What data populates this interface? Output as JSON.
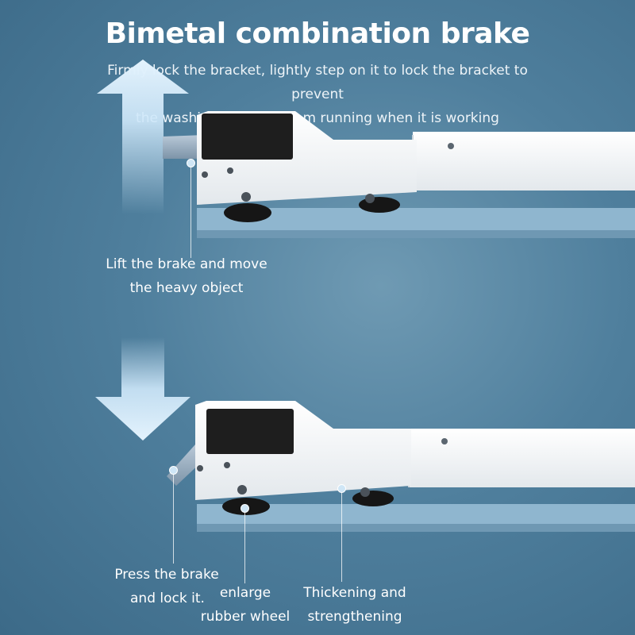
{
  "heading": {
    "title": "Bimetal combination brake",
    "subtitle_line1": "Firmly lock the bracket, lightly step on it to lock the bracket to prevent",
    "subtitle_line2": "the washing machine from running when it is working"
  },
  "callouts": {
    "lift_line1": "Lift the brake and move",
    "lift_line2": "the heavy object",
    "press_line1": "Press the brake",
    "press_line2": "and lock it.",
    "wheel_line1": "enlarge",
    "wheel_line2": "rubber wheel",
    "thick_line1": "Thickening and",
    "thick_line2": "strengthening"
  },
  "colors": {
    "background": "#4f7f9d",
    "arrow": "#cfe8fa",
    "bracket": "#ffffff",
    "pad": "#1e1e1e",
    "shelf": "#8fb6cf"
  },
  "icons": {
    "up_arrow": "arrow-up-icon",
    "down_arrow": "arrow-down-icon"
  }
}
